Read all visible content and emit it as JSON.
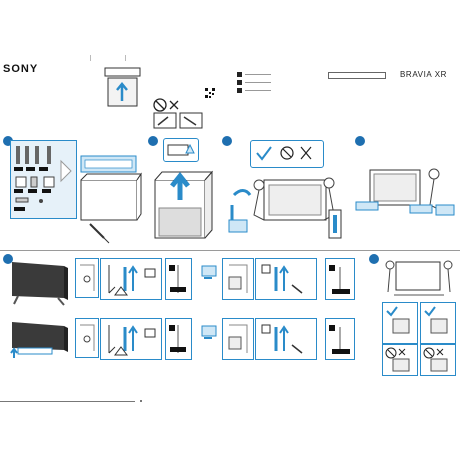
{
  "header": {
    "brand": "SONY",
    "product_name": "BRAVIA XR"
  },
  "steps": [
    {
      "id": "step-1"
    },
    {
      "id": "step-2"
    },
    {
      "id": "step-3"
    },
    {
      "id": "step-4"
    },
    {
      "id": "step-5"
    },
    {
      "id": "step-6"
    }
  ],
  "colors": {
    "accent": "#1e6fb0",
    "panel_border": "#2a8bc9",
    "highlight_fill": "#cfe7f6",
    "tv_dark": "#3a3a3a"
  },
  "icons": [
    "check-icon",
    "prohibited-icon",
    "cross-icon",
    "arrow-up-icon",
    "warning-icon",
    "qr-code-icon"
  ]
}
